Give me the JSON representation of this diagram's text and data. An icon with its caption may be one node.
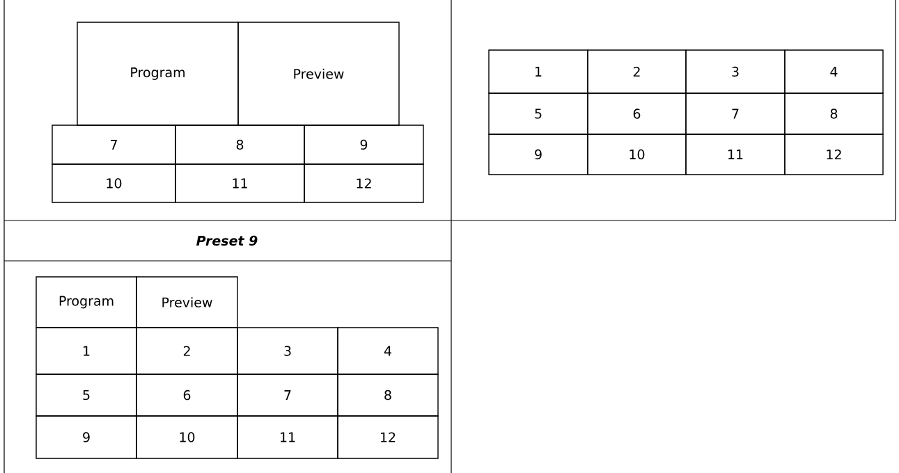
{
  "diagram": {
    "nodes": [
      {
        "text": [
          "Program"
        ]
      },
      {
        "text": [
          "Preview"
        ]
      },
      {
        "text": [
          "7"
        ]
      },
      {
        "text": [
          "8"
        ]
      },
      {
        "text": [
          "9"
        ]
      },
      {
        "text": [
          "10"
        ]
      },
      {
        "text": [
          "11"
        ]
      },
      {
        "text": [
          "12"
        ]
      },
      {
        "text": [
          "1"
        ]
      },
      {
        "text": [
          "2"
        ]
      },
      {
        "text": [
          "3"
        ]
      },
      {
        "text": [
          "4"
        ]
      },
      {
        "text": [
          "5"
        ]
      },
      {
        "text": [
          "6"
        ]
      },
      {
        "text": [
          "7"
        ]
      },
      {
        "text": [
          "8"
        ]
      },
      {
        "text": [
          "9"
        ]
      },
      {
        "text": [
          "10"
        ]
      },
      {
        "text": [
          "11"
        ]
      },
      {
        "text": [
          "12"
        ]
      },
      {
        "text": [
          "Program"
        ]
      },
      {
        "text": [
          "Preview"
        ]
      },
      {
        "text": [
          "1"
        ]
      },
      {
        "text": [
          "2"
        ]
      },
      {
        "text": [
          "3"
        ]
      },
      {
        "text": [
          "4"
        ]
      },
      {
        "text": [
          "5"
        ]
      },
      {
        "text": [
          "6"
        ]
      },
      {
        "text": [
          "7"
        ]
      },
      {
        "text": [
          "8"
        ]
      },
      {
        "text": [
          "9"
        ]
      },
      {
        "text": [
          "10"
        ]
      },
      {
        "text": [
          "11"
        ]
      },
      {
        "text": [
          "12"
        ]
      }
    ],
    "labels": [
      "Preset 9"
    ]
  }
}
